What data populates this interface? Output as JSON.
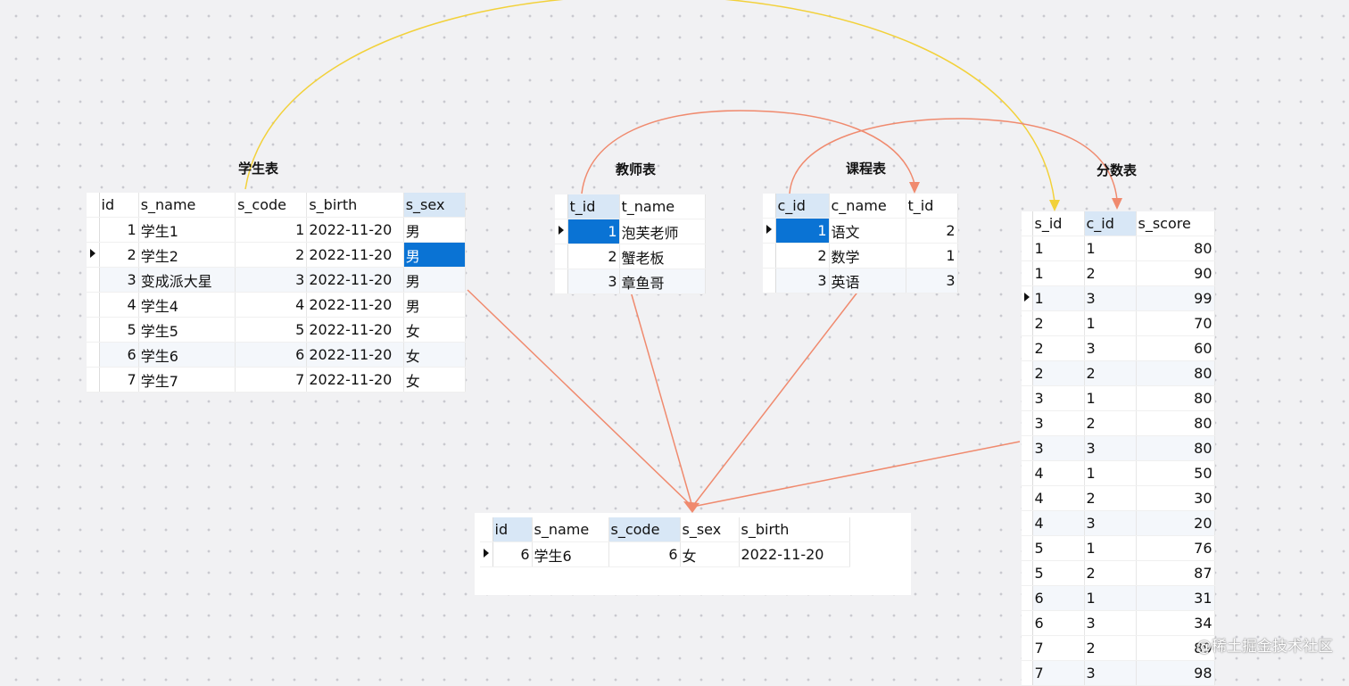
{
  "students": {
    "title": "学生表",
    "columns": [
      "id",
      "s_name",
      "s_code",
      "s_birth",
      "s_sex"
    ],
    "rows": [
      [
        "1",
        "学生1",
        "1",
        "2022-11-20",
        "男"
      ],
      [
        "2",
        "学生2",
        "2",
        "2022-11-20",
        "男"
      ],
      [
        "3",
        "变成派大星",
        "3",
        "2022-11-20",
        "男"
      ],
      [
        "4",
        "学生4",
        "4",
        "2022-11-20",
        "男"
      ],
      [
        "5",
        "学生5",
        "5",
        "2022-11-20",
        "女"
      ],
      [
        "6",
        "学生6",
        "6",
        "2022-11-20",
        "女"
      ],
      [
        "7",
        "学生7",
        "7",
        "2022-11-20",
        "女"
      ]
    ]
  },
  "teachers": {
    "title": "教师表",
    "columns": [
      "t_id",
      "t_name"
    ],
    "rows": [
      [
        "1",
        "泡芙老师"
      ],
      [
        "2",
        "蟹老板"
      ],
      [
        "3",
        "章鱼哥"
      ]
    ]
  },
  "courses": {
    "title": "课程表",
    "columns": [
      "c_id",
      "c_name",
      "t_id"
    ],
    "rows": [
      [
        "1",
        "语文",
        "2"
      ],
      [
        "2",
        "数学",
        "1"
      ],
      [
        "3",
        "英语",
        "3"
      ]
    ]
  },
  "scores": {
    "title": "分数表",
    "columns": [
      "s_id",
      "c_id",
      "s_score"
    ],
    "rows": [
      [
        "1",
        "1",
        "80"
      ],
      [
        "1",
        "2",
        "90"
      ],
      [
        "1",
        "3",
        "99"
      ],
      [
        "2",
        "1",
        "70"
      ],
      [
        "2",
        "3",
        "60"
      ],
      [
        "2",
        "2",
        "80"
      ],
      [
        "3",
        "1",
        "80"
      ],
      [
        "3",
        "2",
        "80"
      ],
      [
        "3",
        "3",
        "80"
      ],
      [
        "4",
        "1",
        "50"
      ],
      [
        "4",
        "2",
        "30"
      ],
      [
        "4",
        "3",
        "20"
      ],
      [
        "5",
        "1",
        "76"
      ],
      [
        "5",
        "2",
        "87"
      ],
      [
        "6",
        "1",
        "31"
      ],
      [
        "6",
        "3",
        "34"
      ],
      [
        "7",
        "2",
        "89"
      ],
      [
        "7",
        "3",
        "98"
      ]
    ]
  },
  "result": {
    "columns": [
      "id",
      "s_name",
      "s_code",
      "s_sex",
      "s_birth"
    ],
    "rows": [
      [
        "6",
        "学生6",
        "6",
        "女",
        "2022-11-20"
      ]
    ]
  },
  "watermark": "@稀土掘金技术社区",
  "colors": {
    "yellow_arrow": "#f2d13a",
    "salmon_arrow": "#f08a6e",
    "selection": "#0a73d4",
    "header_selected": "#d8e7f6"
  }
}
